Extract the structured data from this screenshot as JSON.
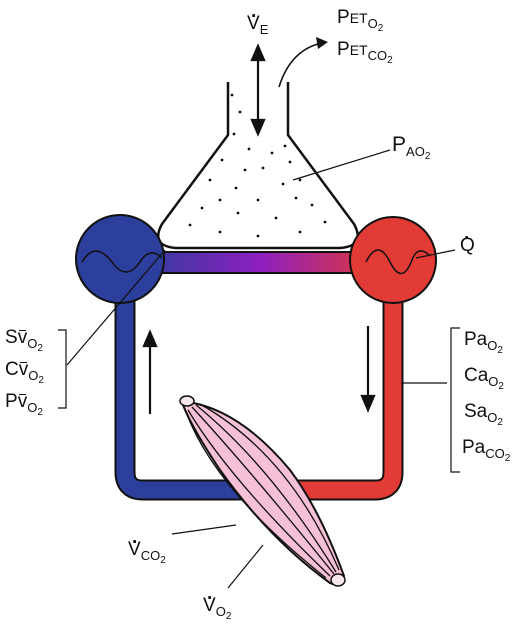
{
  "ventilation": {
    "symbol": "V",
    "sub": "E"
  },
  "end_tidal": {
    "o2": {
      "main": "P",
      "small": "ET",
      "sub": "O",
      "subsub": "2"
    },
    "co2": {
      "main": "P",
      "small": "ET",
      "sub": "CO",
      "subsub": "2"
    }
  },
  "alveolar": {
    "main": "P",
    "sub": "A",
    "sub2": "O",
    "subsub": "2"
  },
  "cardiac_output": {
    "symbol": "Q"
  },
  "venous": {
    "s": {
      "main": "S",
      "bar": "v",
      "sub": "O",
      "subsub": "2"
    },
    "c": {
      "main": "C",
      "bar": "v",
      "sub": "O",
      "subsub": "2"
    },
    "p": {
      "main": "P",
      "bar": "v",
      "sub": "O",
      "subsub": "2"
    }
  },
  "arterial": {
    "pa_o2": {
      "main": "Pa",
      "sub": "O",
      "subsub": "2"
    },
    "ca_o2": {
      "main": "Ca",
      "sub": "O",
      "subsub": "2"
    },
    "sa_o2": {
      "main": "Sa",
      "sub": "O",
      "subsub": "2"
    },
    "pa_co2": {
      "main": "Pa",
      "sub": "CO",
      "subsub": "2"
    }
  },
  "muscle": {
    "vco2": {
      "symbol": "V",
      "sub": "CO",
      "subsub": "2"
    },
    "vo2": {
      "symbol": "V",
      "sub": "O",
      "subsub": "2"
    }
  },
  "colors": {
    "venous": "#2c3f9c",
    "arterial": "#e23a35",
    "muscle": "#f6c0d6",
    "transition": "#8e1fc0"
  }
}
